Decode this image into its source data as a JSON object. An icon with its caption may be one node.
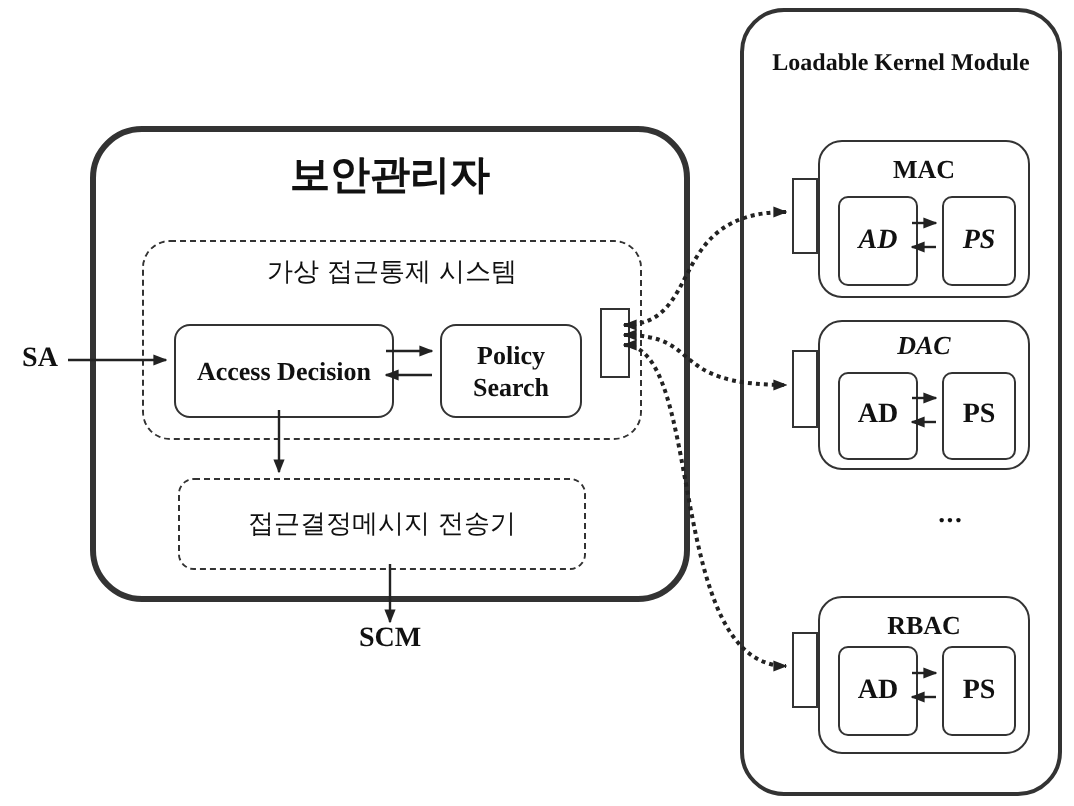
{
  "diagram": {
    "nodes": [
      {
        "text": [
          "보안관리자"
        ]
      },
      {
        "text": [
          "가상 접근통제 시스템"
        ],
        "in": 0
      },
      {
        "text": [
          "Access Decision"
        ],
        "in": 1
      },
      {
        "text": [
          "Policy Search"
        ],
        "in": 1
      },
      {
        "text": [],
        "shape": "box",
        "in": 1
      },
      {
        "text": [
          "접근결정메시지 전송기"
        ],
        "in": 0
      },
      {
        "text": [
          "SA"
        ]
      },
      {
        "text": [
          "SCM"
        ]
      },
      {
        "text": [
          "Loadable Kernel Module"
        ]
      },
      {
        "text": [
          "MAC"
        ],
        "in": 8
      },
      {
        "text": [],
        "shape": "box",
        "in": 8
      },
      {
        "text": [
          "AD"
        ],
        "in": 9
      },
      {
        "text": [
          "PS"
        ],
        "in": 9
      },
      {
        "text": [
          "DAC"
        ],
        "in": 8
      },
      {
        "text": [],
        "shape": "box",
        "in": 8
      },
      {
        "text": [
          "AD"
        ],
        "in": 13
      },
      {
        "text": [
          "PS"
        ],
        "in": 13
      },
      {
        "text": [
          "RBAC"
        ],
        "in": 8
      },
      {
        "text": [],
        "shape": "box",
        "in": 8
      },
      {
        "text": [
          "AD"
        ],
        "in": 17
      },
      {
        "text": [
          "PS"
        ],
        "in": 17
      }
    ],
    "edges": [
      {
        "from": 6,
        "to": 2,
        "arrow": "to"
      },
      {
        "from": 2,
        "to": 3,
        "arrow": "to"
      },
      {
        "from": 3,
        "to": 2,
        "arrow": "to"
      },
      {
        "from": 2,
        "to": 5,
        "arrow": "to"
      },
      {
        "from": 5,
        "to": 7,
        "arrow": "to"
      },
      {
        "from": 4,
        "to": 10,
        "arrow": "both",
        "style": "dashed"
      },
      {
        "from": 4,
        "to": 14,
        "arrow": "both",
        "style": "dashed"
      },
      {
        "from": 4,
        "to": 18,
        "arrow": "both",
        "style": "dashed"
      },
      {
        "from": 11,
        "to": 12,
        "arrow": "to"
      },
      {
        "from": 12,
        "to": 11,
        "arrow": "to"
      },
      {
        "from": 15,
        "to": 16,
        "arrow": "to"
      },
      {
        "from": 16,
        "to": 15,
        "arrow": "to"
      },
      {
        "from": 19,
        "to": 20,
        "arrow": "to"
      },
      {
        "from": 20,
        "to": 19,
        "arrow": "to"
      }
    ],
    "labels": [
      "..."
    ]
  }
}
